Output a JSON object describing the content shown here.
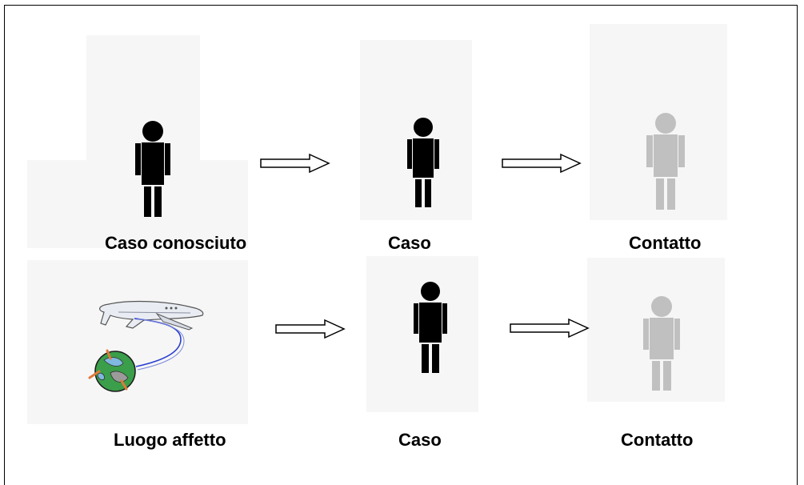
{
  "diagram": {
    "row1": {
      "source_label": "Caso conosciuto",
      "middle_label": "Caso",
      "target_label": "Contatto"
    },
    "row2": {
      "source_label": "Luogo affetto",
      "middle_label": "Caso",
      "target_label": "Contatto"
    }
  },
  "colors": {
    "case_figure": "#000000",
    "contact_figure": "#c0c0c0",
    "background_patch": "#f6f6f6",
    "arrow_outline": "#000000"
  }
}
